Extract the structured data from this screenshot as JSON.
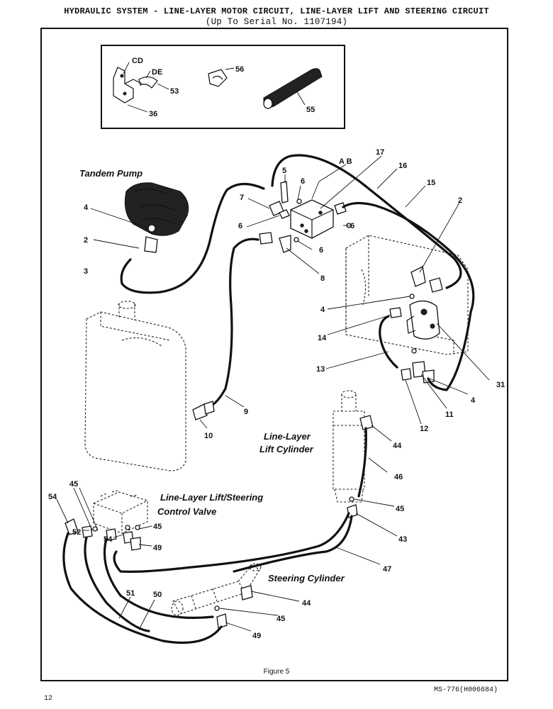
{
  "header": {
    "title_line1": "HYDRAULIC SYSTEM - LINE-LAYER MOTOR CIRCUIT, LINE-LAYER LIFT AND STEERING CIRCUIT",
    "title_line2": "(Up To Serial No. 1107194)"
  },
  "captions": {
    "tandem_pump": "Tandem Pump",
    "lift_cylinder_1": "Line-Layer",
    "lift_cylinder_2": "Lift Cylinder",
    "control_valve_1": "Line-Layer Lift/Steering",
    "control_valve_2": "Control Valve",
    "steering_cylinder": "Steering Cylinder"
  },
  "callouts": {
    "cd": "CD",
    "de": "DE",
    "c53": "53",
    "c56": "56",
    "c36": "36",
    "c55": "55",
    "ab": "A B",
    "c17": "17",
    "c16": "16",
    "c15": "15",
    "c5": "5",
    "c6a": "6",
    "c7": "7",
    "c6b": "6",
    "c6c": "6",
    "c6d": "6",
    "c8": "8",
    "c4a": "4",
    "c2a": "2",
    "c3": "3",
    "c2b": "2",
    "c4b": "4",
    "c14": "14",
    "c13": "13",
    "c31": "31",
    "c4c": "4",
    "c11": "11",
    "c12": "12",
    "c9": "9",
    "c10": "10",
    "c44a": "44",
    "c46": "46",
    "c45a": "45",
    "c43": "43",
    "c47": "47",
    "c45b": "45",
    "c54a": "54",
    "c52": "52",
    "c54b": "54",
    "c45c": "45",
    "c49a": "49",
    "c44b": "44",
    "c45d": "45",
    "c49b": "49",
    "c51": "51",
    "c50": "50"
  },
  "footer": {
    "figure": "Figure 5",
    "page_number": "12",
    "doc_ref": "MS-776(H006684)"
  }
}
